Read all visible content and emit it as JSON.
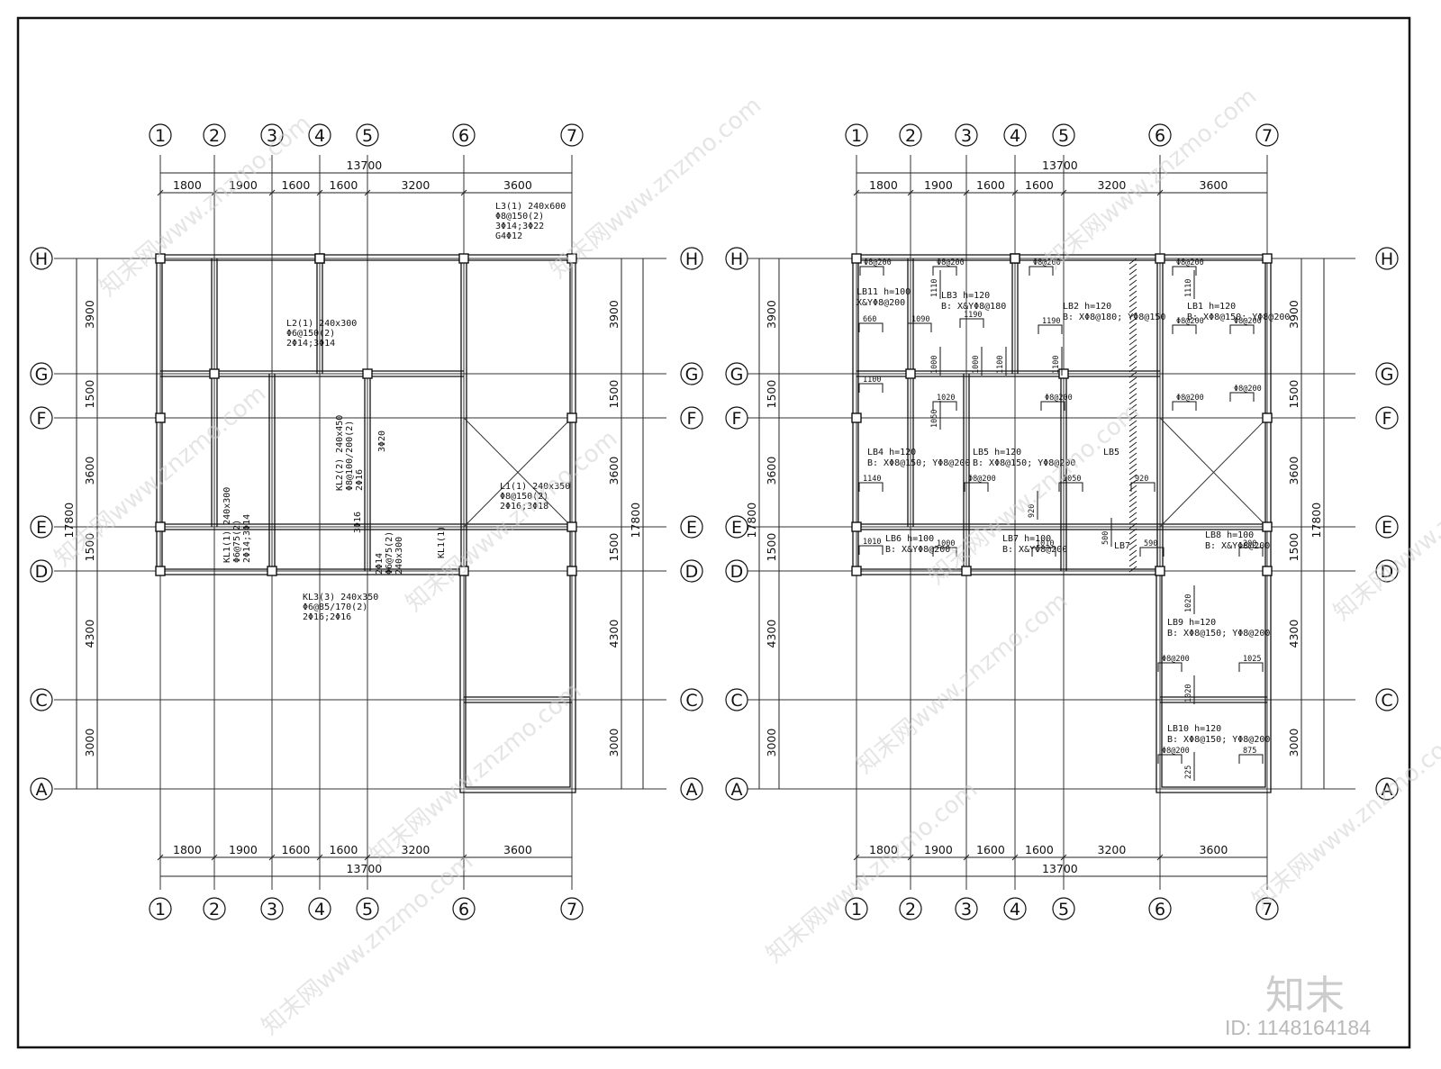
{
  "axes": {
    "columns": [
      "1",
      "2",
      "3",
      "4",
      "5",
      "6",
      "7"
    ],
    "rows": [
      "H",
      "G",
      "F",
      "E",
      "D",
      "C",
      "A"
    ]
  },
  "dimensions": {
    "total_width": "13700",
    "spans_x": [
      "1800",
      "1900",
      "1600",
      "1600",
      "3200",
      "3600"
    ],
    "total_height": "17800",
    "spans_y": [
      "3900",
      "1500",
      "3600",
      "1500",
      "4300",
      "3000"
    ]
  },
  "beam_plan": {
    "labels": [
      {
        "name": "l3-label",
        "lines": [
          "L3(1) 240x600",
          "Φ8@150(2)",
          "3Φ14;3Φ22",
          "G4Φ12"
        ]
      },
      {
        "name": "l2-label",
        "lines": [
          "L2(1) 240x300",
          "Φ6@150(2)",
          "2Φ14;3Φ14"
        ]
      },
      {
        "name": "kl2-label",
        "lines": [
          "KL2(2) 240x450",
          "Φ8@100/200(2)",
          "2Φ16"
        ]
      },
      {
        "name": "l1-label",
        "lines": [
          "L1(1) 240x350",
          "Φ8@150(2)",
          "2Φ16;3Φ18"
        ]
      },
      {
        "name": "kl1-label",
        "lines": [
          "KL1(1) 240x300",
          "Φ6@75(2)",
          "2Φ14;3Φ14"
        ]
      },
      {
        "name": "kl3-label",
        "lines": [
          "KL3(3) 240x350",
          "Φ6@85/170(2)",
          "2Φ16;2Φ16"
        ]
      },
      {
        "name": "bar-3d20",
        "lines": [
          "3Φ20"
        ]
      },
      {
        "name": "bar-3d16",
        "lines": [
          "3Φ16"
        ]
      },
      {
        "name": "l1-small",
        "lines": [
          "2Φ14",
          "Φ6@75(2)",
          "240x300"
        ]
      },
      {
        "name": "kl1-right",
        "lines": [
          "KL1(1)"
        ]
      }
    ]
  },
  "slab_plan": {
    "slabs": [
      {
        "name": "lb11",
        "lines": [
          "LB11  h=100",
          "X&YΦ8@200"
        ]
      },
      {
        "name": "lb3",
        "lines": [
          "LB3  h=120",
          "B: X&YΦ8@180"
        ]
      },
      {
        "name": "lb2",
        "lines": [
          "LB2  h=120",
          "B: XΦ8@180; YΦ8@150"
        ]
      },
      {
        "name": "lb1",
        "lines": [
          "LB1  h=120",
          "B: XΦ8@150; YΦ8@200"
        ]
      },
      {
        "name": "lb4",
        "lines": [
          "LB4  h=120",
          "B: XΦ8@150; YΦ8@200"
        ]
      },
      {
        "name": "lb5",
        "lines": [
          "LB5  h=120",
          "B: XΦ8@150; YΦ8@200"
        ]
      },
      {
        "name": "lb5b",
        "lines": [
          "LB5"
        ]
      },
      {
        "name": "lb6",
        "lines": [
          "LB6  h=100",
          "B: X&YΦ8@200"
        ]
      },
      {
        "name": "lb7",
        "lines": [
          "LB7  h=100",
          "B: X&YΦ8@200"
        ]
      },
      {
        "name": "lb7b",
        "lines": [
          "LB7"
        ]
      },
      {
        "name": "lb8",
        "lines": [
          "LB8  h=100",
          "B: X&YΦ8@200"
        ]
      },
      {
        "name": "lb9",
        "lines": [
          "LB9  h=120",
          "B: XΦ8@150; YΦ8@200"
        ]
      },
      {
        "name": "lb10",
        "lines": [
          "LB10  h=120",
          "B: XΦ8@150; YΦ8@200"
        ]
      }
    ],
    "rebar_labels": [
      "Φ8@200",
      "1110",
      "660",
      "1090",
      "1190",
      "1100",
      "1020",
      "1140",
      "1050",
      "920",
      "1010",
      "1000",
      "500",
      "225",
      "875",
      "870",
      "1025",
      "590",
      "200"
    ]
  },
  "watermarks": {
    "site": "知末网www.znzmo.com",
    "logo": "知末",
    "id": "ID: 1148164184"
  }
}
